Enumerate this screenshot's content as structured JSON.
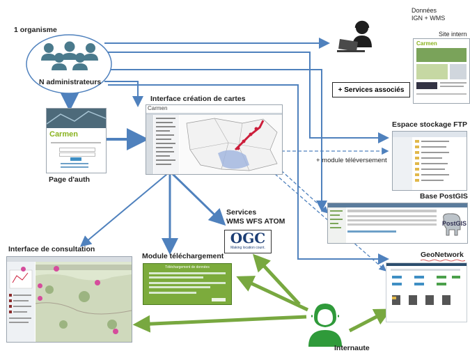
{
  "org": {
    "title": "1 organisme",
    "admins": "N administrateurs"
  },
  "auth": {
    "title": "Page d'auth",
    "brand": "Carmen"
  },
  "creation": {
    "title": "Interface création de cartes",
    "brand": "Carmen"
  },
  "donnees": {
    "line1": "Données",
    "line2": "IGN + WMS"
  },
  "site": {
    "title": "Site intern",
    "brand": "Carmen"
  },
  "services_associes": "+ Services associés",
  "ftp": {
    "title": "Espace stockage FTP"
  },
  "upload_note": "+ module téléversement",
  "postgis": {
    "title": "Base PostGIS",
    "logo": "PostGIS"
  },
  "services": {
    "line1": "Services",
    "line2": "WMS WFS ATOM",
    "ogc": "OGC",
    "ogc_sub": "Making location count."
  },
  "geonetwork": {
    "title": "GeoNetwork"
  },
  "consultation": {
    "title": "Interface de consultation"
  },
  "telechargement": {
    "title": "Module téléchargement",
    "panel_header": "Téléchargement de données"
  },
  "internaute": {
    "title": "Internaute"
  },
  "colors": {
    "blue_arrow": "#4f81bd",
    "green_arrow": "#78a840",
    "person_teal": "#4a7a8c",
    "internaute_green": "#2f9a3a"
  }
}
